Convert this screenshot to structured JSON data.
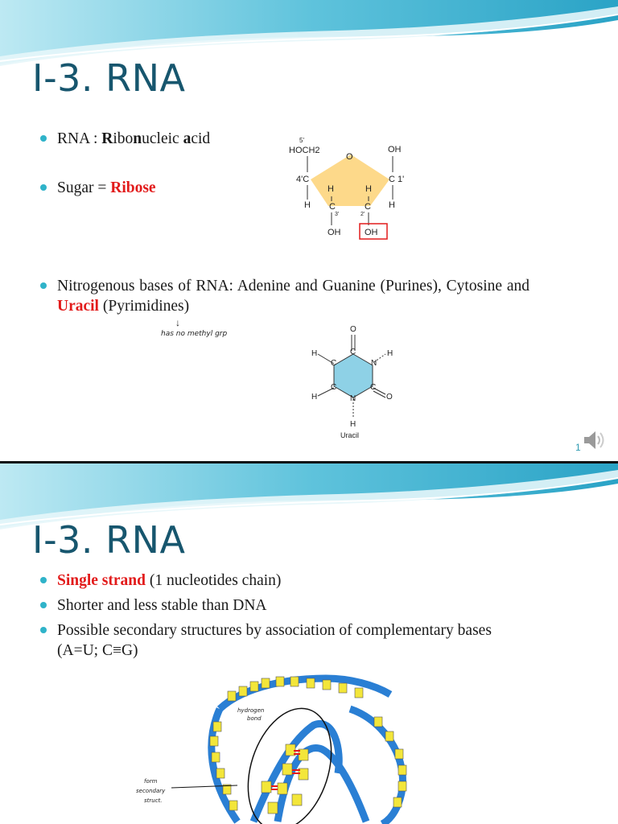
{
  "slide1": {
    "title": "I-3. RNA",
    "bullet1": {
      "prefix": "RNA : ",
      "r": "R",
      "ibo": "ibo",
      "n": "n",
      "ucleic": "ucleic ",
      "a": "a",
      "cid": "cid"
    },
    "bullet2": {
      "prefix": "Sugar = ",
      "highlight": "Ribose"
    },
    "bullet3": {
      "text1": "Nitrogenous bases of RNA: Adenine and Guanine (Purines), Cytosine and ",
      "highlight": "Uracil",
      "text2": " (Pyrimidines)"
    },
    "annotation": "has no methyl grp",
    "ribose_labels": {
      "five_prime": "5'",
      "hoch2": "HOCH2",
      "o": "O",
      "oh_top": "OH",
      "four_prime": "4'C",
      "one_prime": "C 1'",
      "h1": "H",
      "h2": "H",
      "h3": "H",
      "h4": "H",
      "c3": "C",
      "c2": "C",
      "three_prime": "3'",
      "two_prime": "2'",
      "oh3": "OH",
      "oh2": "OH"
    },
    "uracil_labels": {
      "o_top": "O",
      "c_top": "C",
      "h_left_top": "H",
      "c_left_top": "C",
      "n_right": "N",
      "h_right": "H",
      "h_left_bottom": "H",
      "c_left_bottom": "C",
      "c_right_bottom": "C",
      "o_right": "O",
      "n_bottom": "N",
      "h_bottom": "H",
      "name": "Uracil"
    },
    "page_number": "1"
  },
  "slide2": {
    "title": "I-3. RNA",
    "bullet1": {
      "highlight": "Single strand",
      "text": " (1 nucleotides chain)"
    },
    "bullet2": {
      "text": "Shorter and less stable than DNA"
    },
    "bullet3": {
      "text": "Possible secondary structures by association of complementary bases (A=U; C≡G)"
    },
    "figure_labels": {
      "hydrogen": "hydrogen",
      "bond": "bond",
      "form": "form",
      "secondary": "secondary",
      "struct": "struct."
    }
  },
  "colors": {
    "title": "#17566e",
    "bullet": "#2fb3c9",
    "highlight": "#e21b1b",
    "ribose_fill": "#fdd98a",
    "uracil_fill": "#8ed1e6",
    "strand": "#2a7fd4",
    "base": "#f3e63a"
  }
}
